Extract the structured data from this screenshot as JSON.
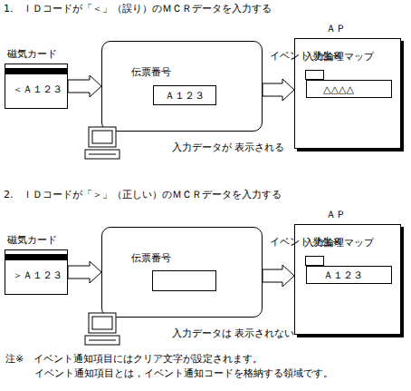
{
  "diagram": {
    "nodes": [
      {
        "text": [
          "磁気カード",
          "＜Ａ１２３"
        ]
      },
      {
        "text": [
          "伝票番号"
        ]
      },
      {
        "text": [
          "Ａ１２３"
        ],
        "in": 1
      },
      {
        "text": [
          "ＡＰ",
          "入力論理マップ"
        ]
      },
      {
        "text": [
          "△△△△"
        ],
        "in": 3
      },
      {
        "text": [
          "磁気カード",
          "＞Ａ１２３"
        ]
      },
      {
        "text": [
          "伝票番号"
        ]
      },
      {
        "text": [
          "ＡＰ",
          "入力論理マップ"
        ]
      },
      {
        "text": [
          "Ａ１２３"
        ],
        "in": 7
      }
    ],
    "edges": [
      {
        "from": 0,
        "to": 1,
        "arrow": "to"
      },
      {
        "from": 1,
        "to": 3,
        "label": "イベント 発生※",
        "arrow": "to"
      },
      {
        "from": 5,
        "to": 6,
        "arrow": "to"
      },
      {
        "from": 6,
        "to": 7,
        "label": "イベント 発生※",
        "arrow": "to"
      }
    ],
    "labels": [
      "1.　ＩＤコードが「＜」（誤り）のＭＣＲデータを入力する",
      "入力データが 表示される",
      "2.　ＩＤコードが「＞」（正しい）のＭＣＲデータを入力する",
      "入力データは 表示されない",
      "注※　イベント通知項目にはクリア文字が設定されます。",
      "イベント通知項目とは，イベント通知コードを格納する領域です。"
    ]
  }
}
